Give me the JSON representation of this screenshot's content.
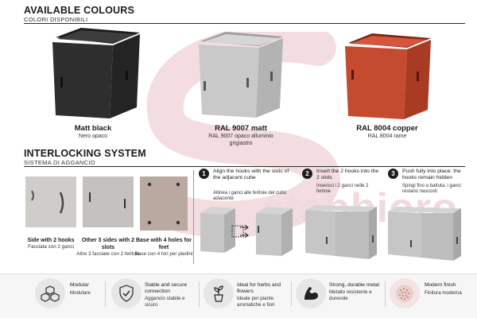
{
  "colours_section": {
    "title": "AVAILABLE COLOURS",
    "subtitle": "COLORI DISPONIBILI",
    "items": [
      {
        "name": "Matt black",
        "sub": "Nero opaco",
        "color": "#2a2a2a"
      },
      {
        "name": "RAL 9007 matt",
        "sub": "RAL 9007 opaco alluminio grigiastro",
        "color": "#bcbcbb"
      },
      {
        "name": "RAL 8004 copper",
        "sub": "RAL 8004 rame",
        "color": "#c2432a"
      }
    ]
  },
  "interlocking_section": {
    "title": "INTERLOCKING SYSTEM",
    "subtitle": "SISTEMA DI AGGANCIO",
    "photos": [
      {
        "title": "Side with 2 hooks",
        "sub": "Facciata con 2 ganci"
      },
      {
        "title": "Other 3 sides with 2 slots",
        "sub": "Altre 3 facciate con 2 feritoie"
      },
      {
        "title": "Base with 4 holes for feet",
        "sub": "Base con 4 fori per piedini"
      }
    ],
    "steps": [
      {
        "number": "1",
        "text": "Align the hooks with the slots of the adjacent cube",
        "sub": "Allinea i ganci alle feritoie del cubo adiacente"
      },
      {
        "number": "2",
        "text": "Insert the 2 hooks into the 2 slots",
        "sub": "Inserisci i 2 ganci nelle 2 feritoie"
      },
      {
        "number": "3",
        "text": "Push fully into place: the hooks remain hidden",
        "sub": "Spingi fino a battuta: i ganci restano nascosti"
      }
    ]
  },
  "features": [
    {
      "icon": "cubes-icon",
      "title": "Modular",
      "sub": "Modulare"
    },
    {
      "icon": "shield-check-icon",
      "title": "Stable and secure connection",
      "sub": "Aggancio stabile e sicuro"
    },
    {
      "icon": "plant-pot-icon",
      "title": "Ideal for herbs and flowers",
      "sub": "Ideale per piante aromatiche e fiori"
    },
    {
      "icon": "strong-arm-icon",
      "title": "Strong, durable metal",
      "sub": "Metallo resistente e durevole"
    },
    {
      "icon": "texture-dots-icon",
      "title": "Modern finish",
      "sub": "Finitura moderna"
    }
  ],
  "watermark": {
    "text": "stabbioro"
  }
}
